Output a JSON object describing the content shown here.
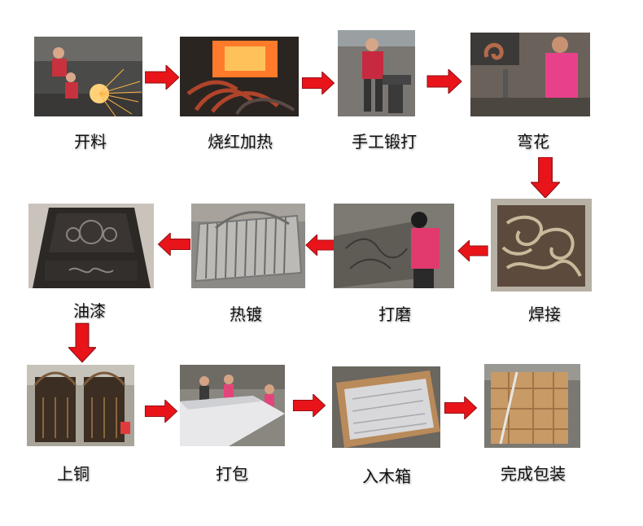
{
  "steps": [
    {
      "label": "开料"
    },
    {
      "label": "烧红加热"
    },
    {
      "label": "手工锻打"
    },
    {
      "label": "弯花"
    },
    {
      "label": "焊接"
    },
    {
      "label": "打磨"
    },
    {
      "label": "热镀"
    },
    {
      "label": "油漆"
    },
    {
      "label": "上铜"
    },
    {
      "label": "打包"
    },
    {
      "label": "入木箱"
    },
    {
      "label": "完成包装"
    }
  ],
  "colors": {
    "arrow": "#e8141a",
    "arrow_shadow": "#8c1014"
  }
}
